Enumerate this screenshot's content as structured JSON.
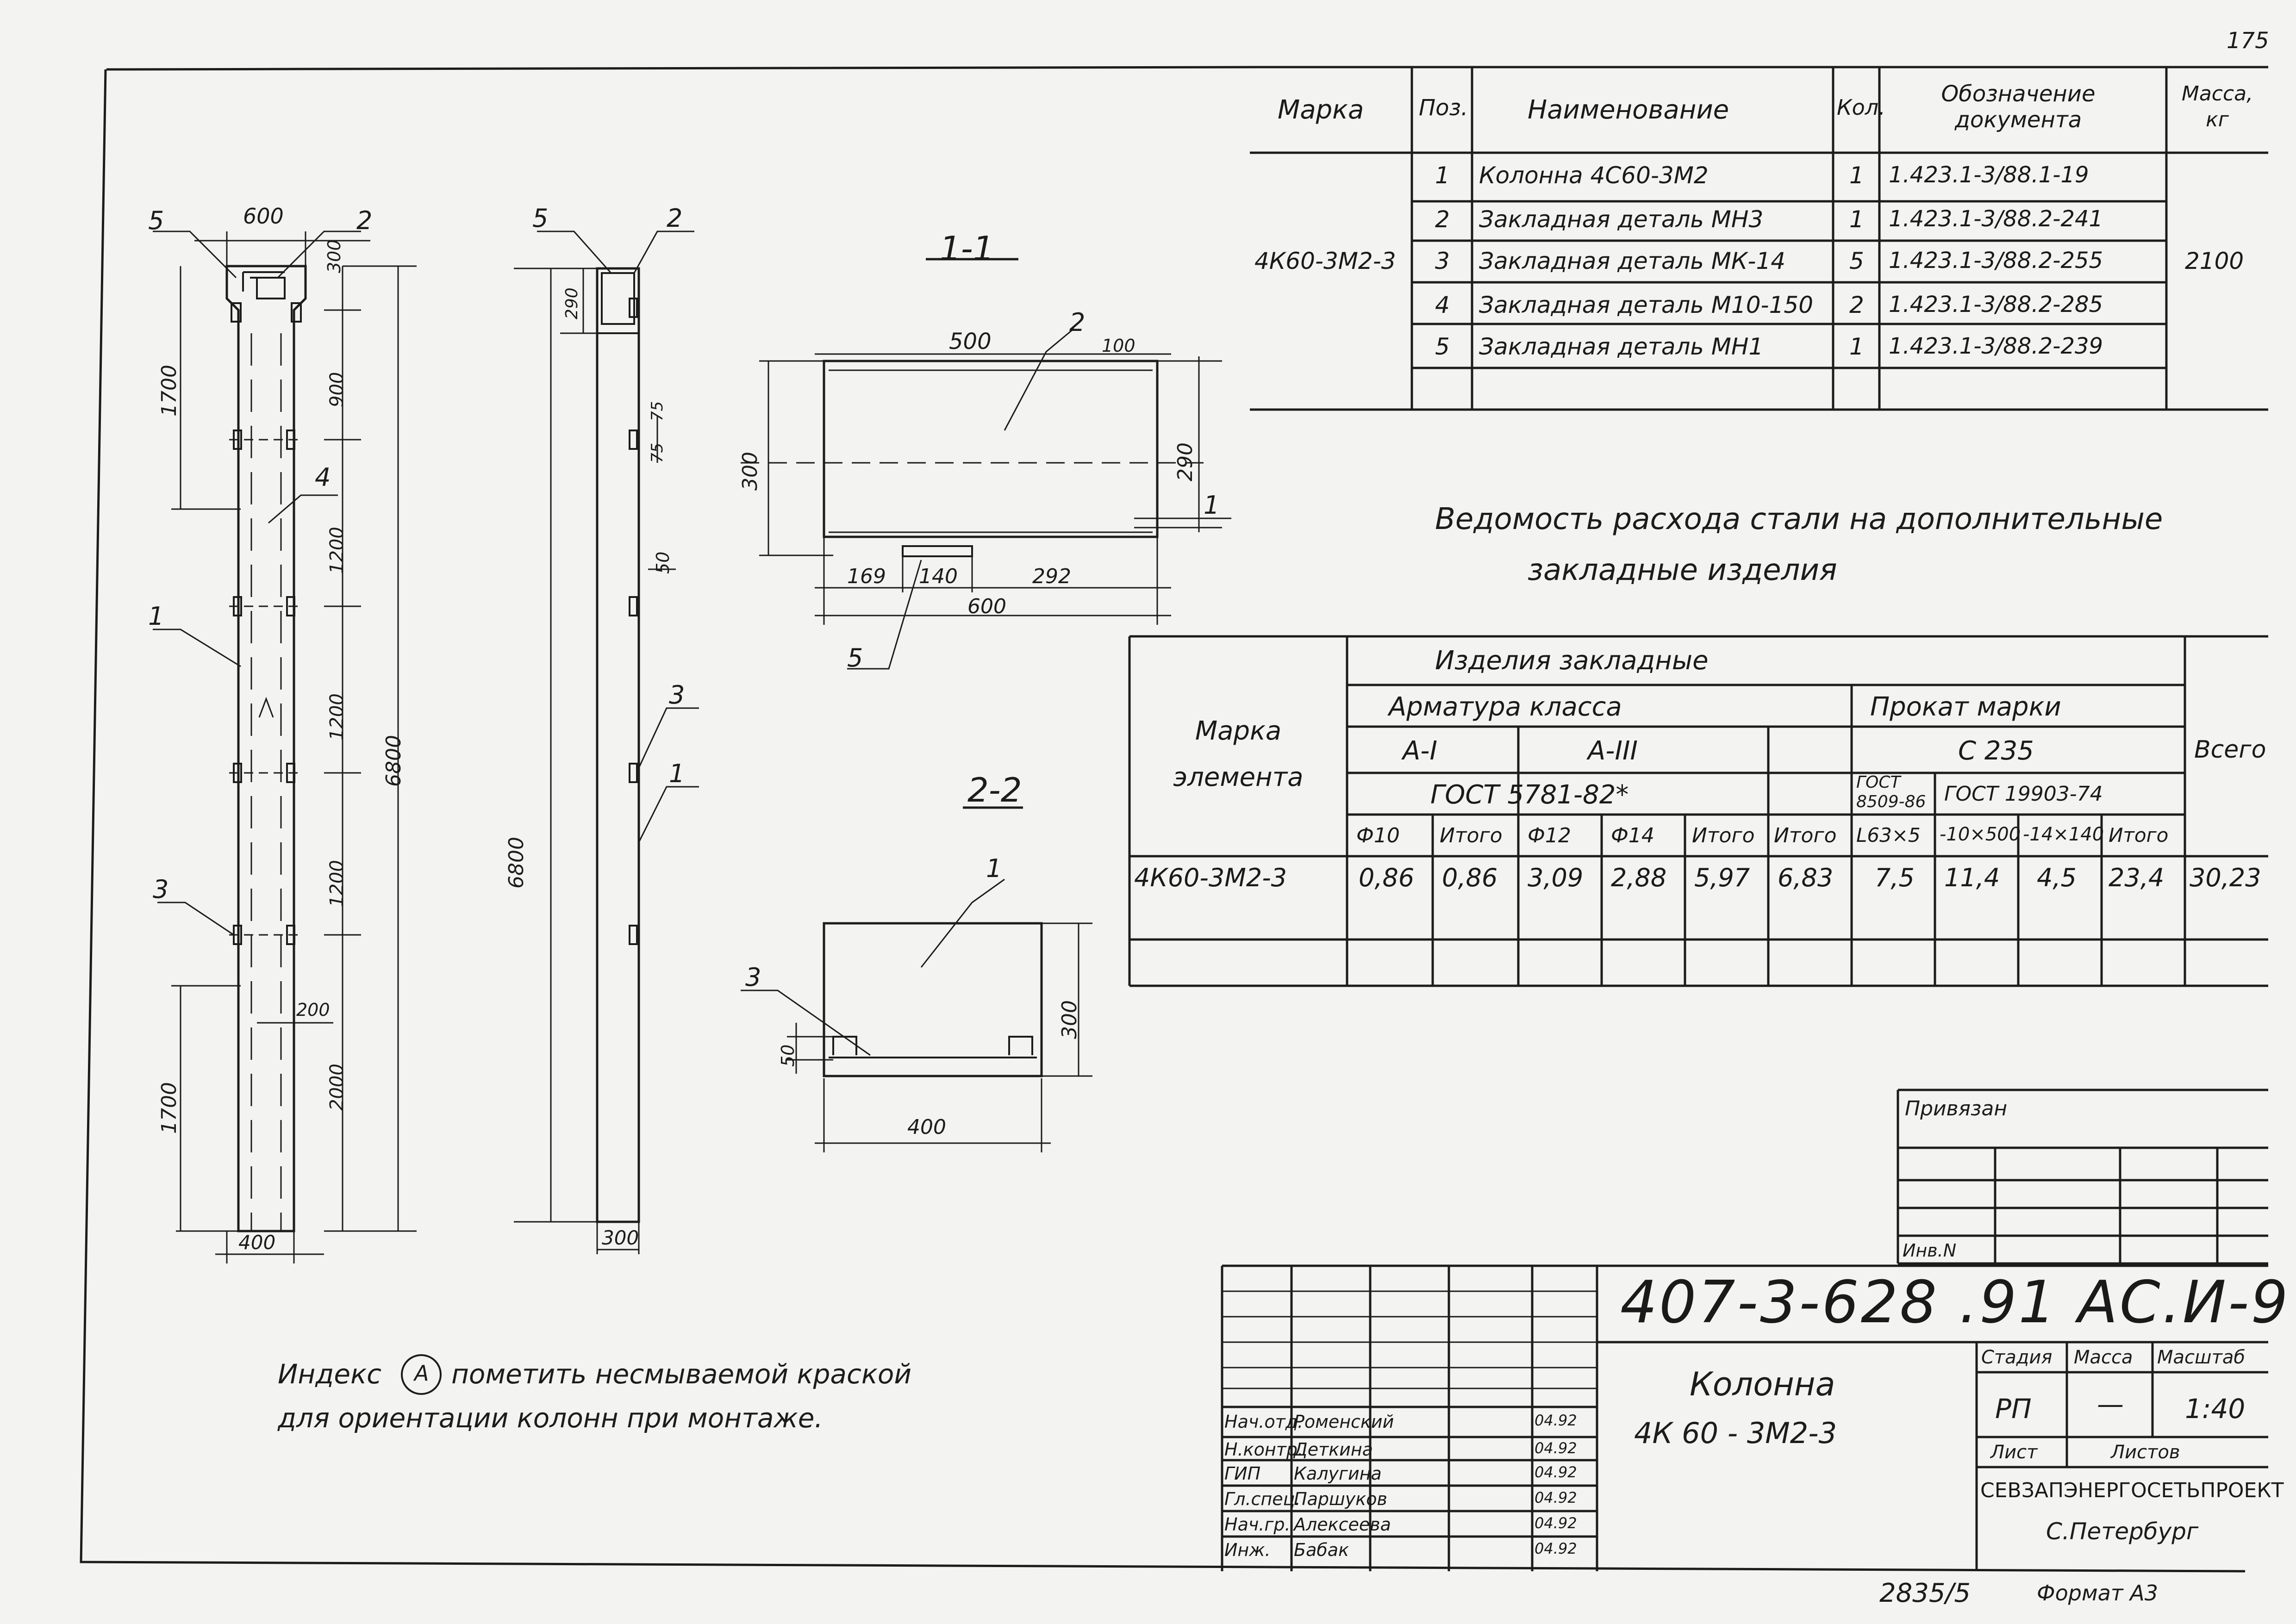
{
  "sheet_number": "175",
  "spec_table": {
    "headers": {
      "mark": "Марка",
      "pos": "Поз.",
      "name": "Наименование",
      "qty": "Кол.",
      "doc": "Обозначение документа",
      "mass": "Масса, кг"
    },
    "mark_value": "4К60-3М2-3",
    "mass_value": "2100",
    "rows": [
      {
        "pos": "1",
        "name": "Колонна 4С60-3М2",
        "qty": "1",
        "doc": "1.423.1-3/88.1-19"
      },
      {
        "pos": "2",
        "name": "Закладная деталь МН3",
        "qty": "1",
        "doc": "1.423.1-3/88.2-241"
      },
      {
        "pos": "3",
        "name": "Закладная деталь МК-14",
        "qty": "5",
        "doc": "1.423.1-3/88.2-255"
      },
      {
        "pos": "4",
        "name": "Закладная деталь М10-150",
        "qty": "2",
        "doc": "1.423.1-3/88.2-285"
      },
      {
        "pos": "5",
        "name": "Закладная деталь МН1",
        "qty": "1",
        "doc": "1.423.1-3/88.2-239"
      }
    ]
  },
  "steel_title": {
    "line1": "Ведомость расхода стали на дополнительные",
    "line2": "закладные изделия"
  },
  "steel_table": {
    "mark_header": "Марка элемента",
    "group_header": "Изделия закладные",
    "armatura": "Арматура класса",
    "prokat": "Прокат марки",
    "a1": "А-I",
    "a3": "А-III",
    "c235": "С 235",
    "gost_arm": "ГОСТ 5781-82*",
    "gost_8509": "ГОСТ 8509-86",
    "gost_19903": "ГОСТ 19903-74",
    "total_header": "Всего",
    "subheaders": [
      "Ф10",
      "Итого",
      "Ф12",
      "Ф14",
      "Итого",
      "Итого",
      "L63×5",
      "-10×500",
      "-14×140",
      "Итого"
    ],
    "row_mark": "4К60-3М2-3",
    "row_values": [
      "0,86",
      "0,86",
      "3,09",
      "2,88",
      "5,97",
      "6,83",
      "7,5",
      "11,4",
      "4,5",
      "23,4",
      "30,23"
    ]
  },
  "dims": {
    "top_width": "600",
    "top_height": "300",
    "col_900": "900",
    "col_1700a": "1700",
    "col_1200a": "1200",
    "col_1200b": "1200",
    "col_1200c": "1200",
    "col_6800a": "6800",
    "col_200": "200",
    "col_2000": "2000",
    "col_1700b": "1700",
    "col_400": "400",
    "side_290": "290",
    "side_75a": "75",
    "side_75b": "75",
    "side_50": "50",
    "side_6800": "6800",
    "side_300": "300",
    "s1_500": "500",
    "s1_100": "100",
    "s1_300": "300",
    "s1_290": "290",
    "s1_169": "169",
    "s1_140": "140",
    "s1_292": "292",
    "s1_600": "600",
    "s2_300": "300",
    "s2_50": "50",
    "s2_400": "400"
  },
  "leaders": {
    "l5a": "5",
    "l2a": "2",
    "l4": "4",
    "l1a": "1",
    "l3a": "3",
    "l5b": "5",
    "l2b": "2",
    "l3b": "3",
    "l1b": "1",
    "s1_2": "2",
    "s1_1": "1",
    "s1_5": "5",
    "s2_1": "1",
    "s2_3": "3",
    "index_a": "A"
  },
  "sections": {
    "s1": "1-1",
    "s2": "2-2"
  },
  "note": {
    "line1_a": "Индекс",
    "line1_b": "пометить несмываемой краской",
    "line2": "для ориентации колонн при монтаже."
  },
  "privyazan": {
    "label": "Привязан",
    "inv": "Инв.N"
  },
  "title_block": {
    "code": "407-3-628 .91 АС.И-9",
    "object": "Колонна",
    "mark": "4К 60 - 3М2-3",
    "stage_h": "Стадия",
    "mass_h": "Масса",
    "scale_h": "Масштаб",
    "stage": "РП",
    "mass": "—",
    "scale": "1:40",
    "sheet_h": "Лист",
    "sheets_h": "Листов",
    "org": "СЕВЗАПЭНЕРГОСЕТЬПРОЕКТ",
    "city": "С.Петербург",
    "people": [
      {
        "role": "Нач.отд.",
        "name": "Роменский",
        "date": "04.92"
      },
      {
        "role": "Н.контр.",
        "name": "Деткина",
        "date": "04.92"
      },
      {
        "role": "ГИП",
        "name": "Калугина",
        "date": "04.92"
      },
      {
        "role": "Гл.спец.",
        "name": "Паршуков",
        "date": "04.92"
      },
      {
        "role": "Нач.гр.",
        "name": "Алексеева",
        "date": "04.92"
      },
      {
        "role": "Инж.",
        "name": "Бабак",
        "date": "04.92"
      }
    ]
  },
  "footer": {
    "copy_no": "2835/5",
    "format": "Формат А3"
  }
}
